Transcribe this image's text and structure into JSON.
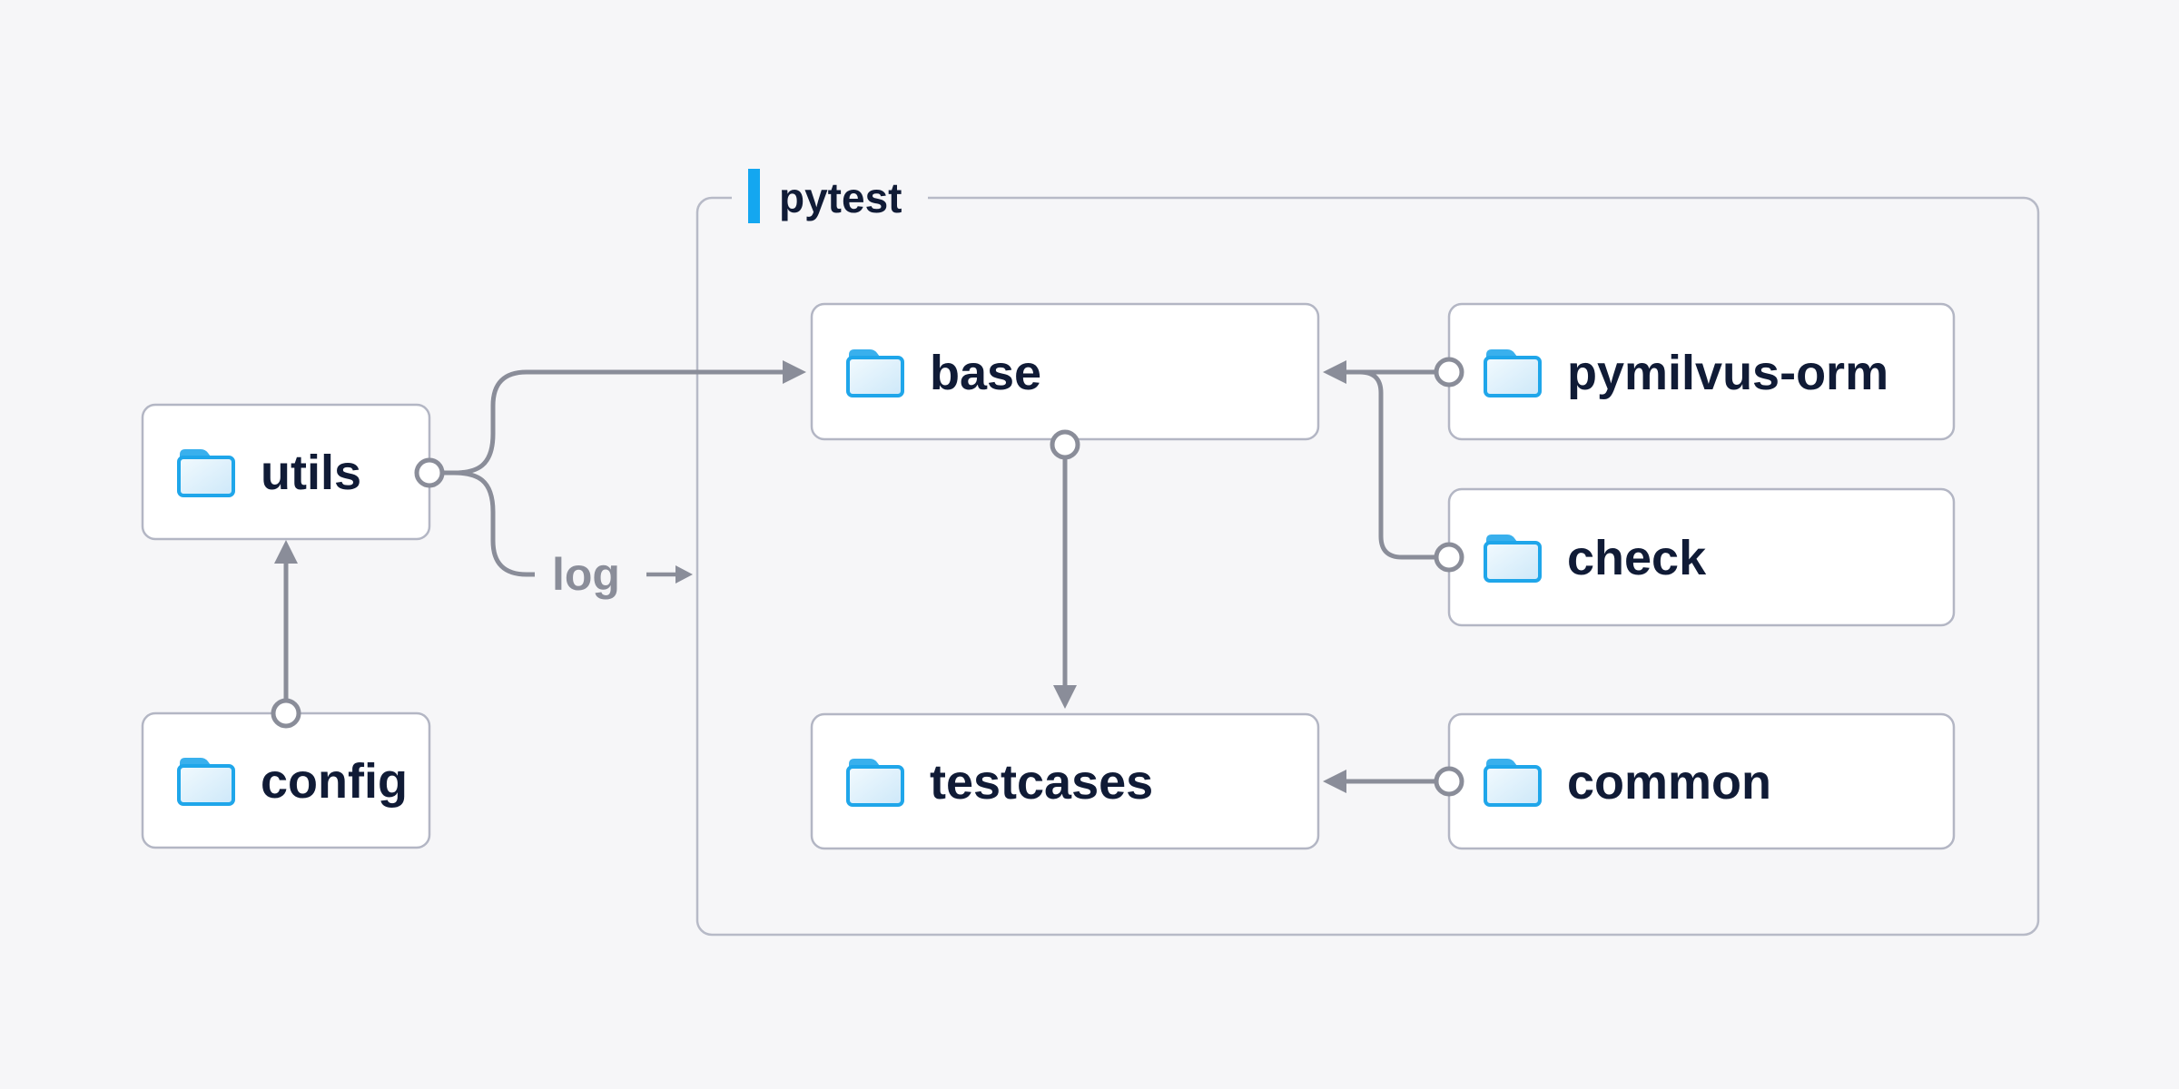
{
  "palette": {
    "background": "#f6f6f8",
    "node_fill": "#ffffff",
    "node_border": "#b3b6c4",
    "container_border": "#b7bac7",
    "edge": "#8a8d99",
    "label_text": "#101b36",
    "muted_label_text": "#8a8d99",
    "accent_blue": "#14a7f0",
    "folder_stroke": "#1fa6ea",
    "folder_tab": "#39b0ed",
    "folder_fill_light": "#f2fafe",
    "folder_fill_dark": "#cde8f9"
  },
  "container": {
    "label": "pytest"
  },
  "nodes": {
    "utils": {
      "label": "utils"
    },
    "config": {
      "label": "config"
    },
    "base": {
      "label": "base"
    },
    "pymilvus_orm": {
      "label": "pymilvus-orm"
    },
    "check": {
      "label": "check"
    },
    "testcases": {
      "label": "testcases"
    },
    "common": {
      "label": "common"
    }
  },
  "edges": [
    {
      "from": "config",
      "to": "utils"
    },
    {
      "from": "utils",
      "to": "base"
    },
    {
      "from": "utils",
      "to": "pytest",
      "label": "log"
    },
    {
      "from": "base",
      "to": "testcases"
    },
    {
      "from": "pymilvus-orm",
      "to": "base"
    },
    {
      "from": "check",
      "to": "base"
    },
    {
      "from": "common",
      "to": "testcases"
    }
  ],
  "icons": {
    "node_icon": "folder-icon",
    "edge_label_icon": "right-arrow-icon"
  }
}
